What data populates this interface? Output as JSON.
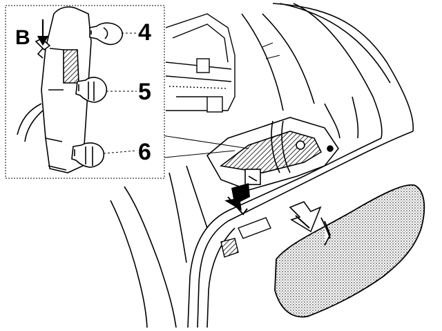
{
  "labels": {
    "b": "B",
    "four": "4",
    "five": "5",
    "six": "6"
  },
  "colors": {
    "ink": "#000000",
    "paper": "#ffffff",
    "shade": "#8a8a8a"
  },
  "icons": [
    "down-arrow-icon",
    "direction-arrow-icon",
    "bulb-icon"
  ]
}
